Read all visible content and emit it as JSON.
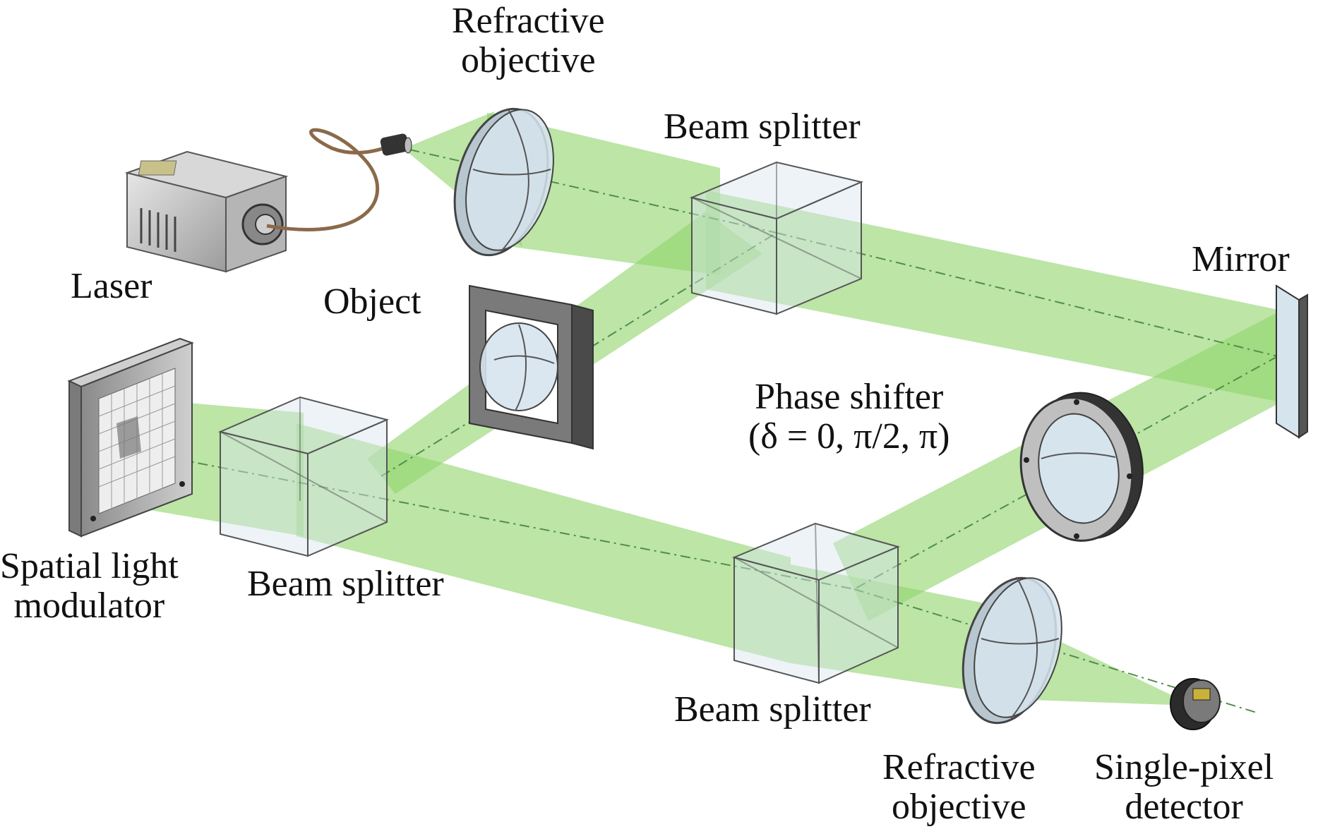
{
  "labels": {
    "refractive_objective_top": [
      "Refractive",
      "objective"
    ],
    "beam_splitter_top": "Beam splitter",
    "laser": "Laser",
    "object": "Object",
    "mirror": "Mirror",
    "phase_shifter": [
      "Phase shifter",
      "(δ = 0, π/2, π)"
    ],
    "spatial_light_modulator": [
      "Spatial light",
      "modulator"
    ],
    "beam_splitter_left": "Beam splitter",
    "beam_splitter_bottom": "Beam splitter",
    "refractive_objective_bottom": [
      "Refractive",
      "objective"
    ],
    "single_pixel_detector": [
      "Single-pixel",
      "detector"
    ]
  },
  "colors": {
    "beam": "#8fd46a",
    "glass": "#d6e4ee",
    "device": "#9a9a9a",
    "axis": "#4f8f4a"
  }
}
